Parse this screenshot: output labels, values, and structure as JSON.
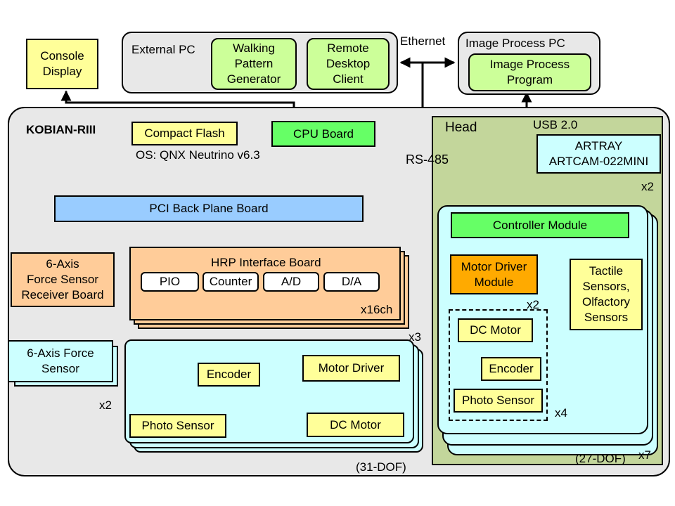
{
  "colors": {
    "yellow": "#ffff99",
    "light_green": "#ccff99",
    "green": "#66ff66",
    "blue": "#99ccff",
    "peach": "#ffcc99",
    "orange": "#ffaa00",
    "cyan": "#ccffff",
    "olive": "#c3d69b",
    "gray_panel": "#e8e8e8"
  },
  "blocks": {
    "console_display": "Console\nDisplay",
    "external_pc": "External PC",
    "walking_pattern_generator": "Walking\nPattern\nGenerator",
    "remote_desktop_client": "Remote\nDesktop\nClient",
    "ethernet": "Ethernet",
    "image_process_pc": "Image Process PC",
    "image_process_program": "Image Process\nProgram",
    "robot_name": "KOBIAN-RIII",
    "compact_flash": "Compact Flash",
    "cpu_board": "CPU Board",
    "os_label": "OS: QNX Neutrino v6.3",
    "pci_back_plane": "PCI Back Plane Board",
    "force_receiver": "6-Axis\nForce Sensor\nReceiver Board",
    "force_sensor": "6-Axis Force\nSensor",
    "force_sensor_count": "x2",
    "hrp_interface": "HRP Interface Board",
    "pio": "PIO",
    "counter": "Counter",
    "ad": "A/D",
    "da": "D/A",
    "channels": "x16ch",
    "hrp_count": "x3",
    "encoder": "Encoder",
    "motor_driver": "Motor Driver",
    "photo_sensor": "Photo Sensor",
    "dc_motor": "DC Motor",
    "body_dof": "(31-DOF)",
    "head": "Head",
    "usb": "USB 2.0",
    "rs485": "RS-485",
    "artray": "ARTRAY\nARTCAM-022MINI",
    "camera_count": "x2",
    "controller_module": "Controller Module",
    "motor_driver_module": "Motor Driver\nModule",
    "driver_module_count": "x2",
    "head_dc_motor": "DC Motor",
    "head_encoder": "Encoder",
    "head_photo_sensor": "Photo Sensor",
    "motor_group_count": "x4",
    "tactile_sensors": "Tactile\nSensors,\nOlfactory\nSensors",
    "head_dof": "(27-DOF)",
    "head_module_count": "x7"
  }
}
